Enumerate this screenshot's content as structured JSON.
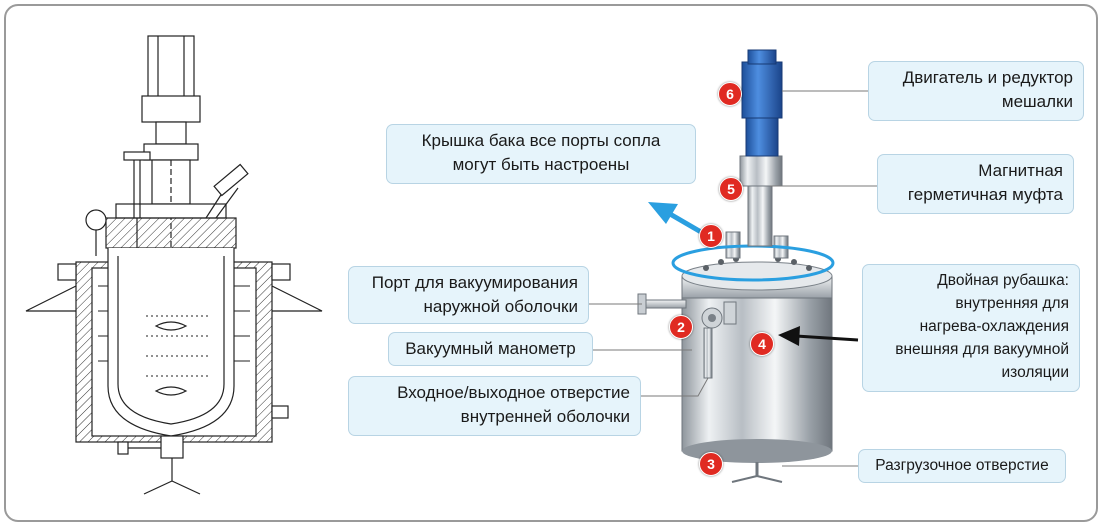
{
  "labels": {
    "lid": [
      "Крышка бака все порты сопла",
      "могут быть настроены"
    ],
    "vacuum_port": [
      "Порт для вакуумирования",
      "наружной оболочки"
    ],
    "vacuum_gauge": [
      "Вакуумный манометр"
    ],
    "inner_inlet": [
      "Входное/выходное отверстие",
      "внутренней оболочки"
    ],
    "motor": [
      "Двигатель и редуктор",
      "мешалки"
    ],
    "magnetic": [
      "Магнитная",
      "герметичная муфта"
    ],
    "jacket": [
      "Двойная рубашка:",
      "внутренняя для",
      "нагрева-охлаждения",
      "внешняя для вакуумной",
      "изоляции"
    ],
    "discharge": [
      "Разгрузочное отверстие"
    ]
  },
  "badges": [
    "1",
    "2",
    "3",
    "4",
    "5",
    "6"
  ],
  "colors": {
    "label_bg": "#e6f4fb",
    "label_border": "#b8d4e4",
    "badge": "#e02a22",
    "ring": "#2a9fe0",
    "arrow": "#2a9fe0",
    "motor": "#2f6fc8"
  }
}
